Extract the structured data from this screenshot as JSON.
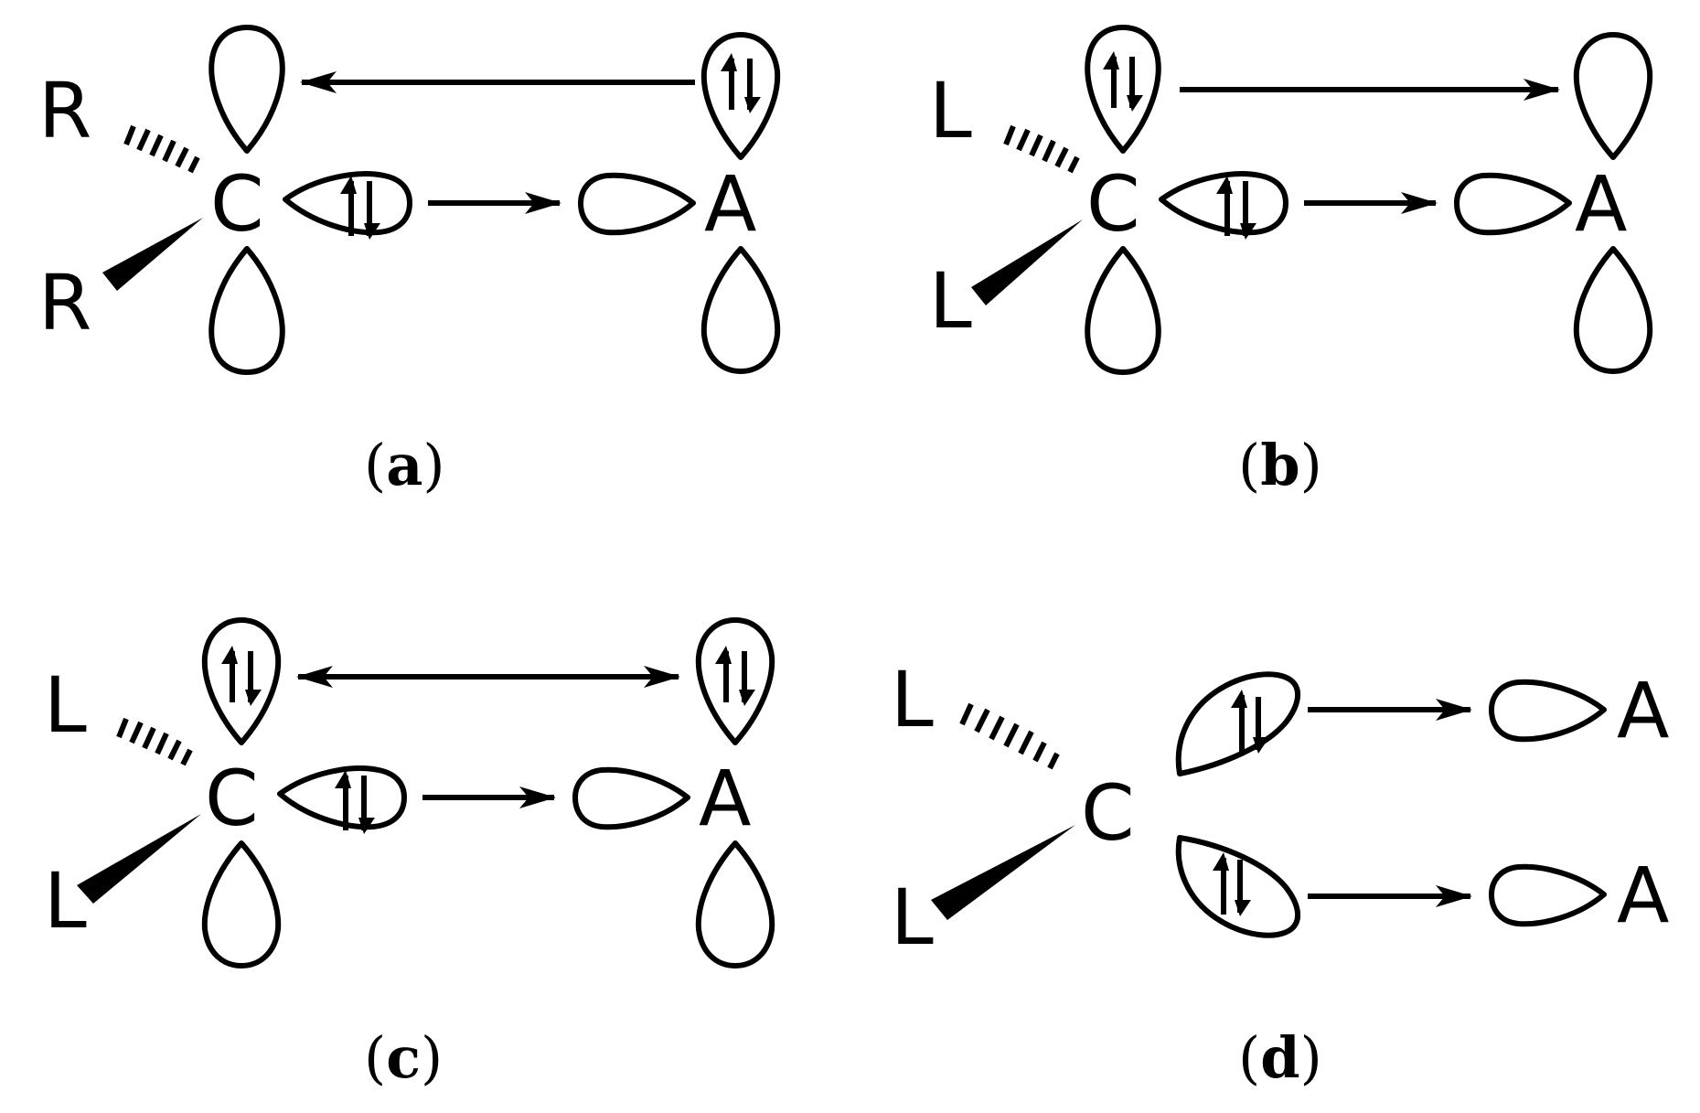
{
  "panels": [
    {
      "id": "a",
      "caption": "a",
      "central_atom": "C",
      "acceptor_atom": "A",
      "substituents": [
        "R",
        "R"
      ]
    },
    {
      "id": "b",
      "caption": "b",
      "central_atom": "C",
      "acceptor_atom": "A",
      "substituents": [
        "L",
        "L"
      ]
    },
    {
      "id": "c",
      "caption": "c",
      "central_atom": "C",
      "acceptor_atom": "A",
      "substituents": [
        "L",
        "L"
      ]
    },
    {
      "id": "d",
      "caption": "d",
      "central_atom": "C",
      "acceptor_atoms": [
        "A",
        "A"
      ],
      "substituents": [
        "L",
        "L"
      ]
    }
  ],
  "caption_parens": [
    "(",
    ")"
  ]
}
